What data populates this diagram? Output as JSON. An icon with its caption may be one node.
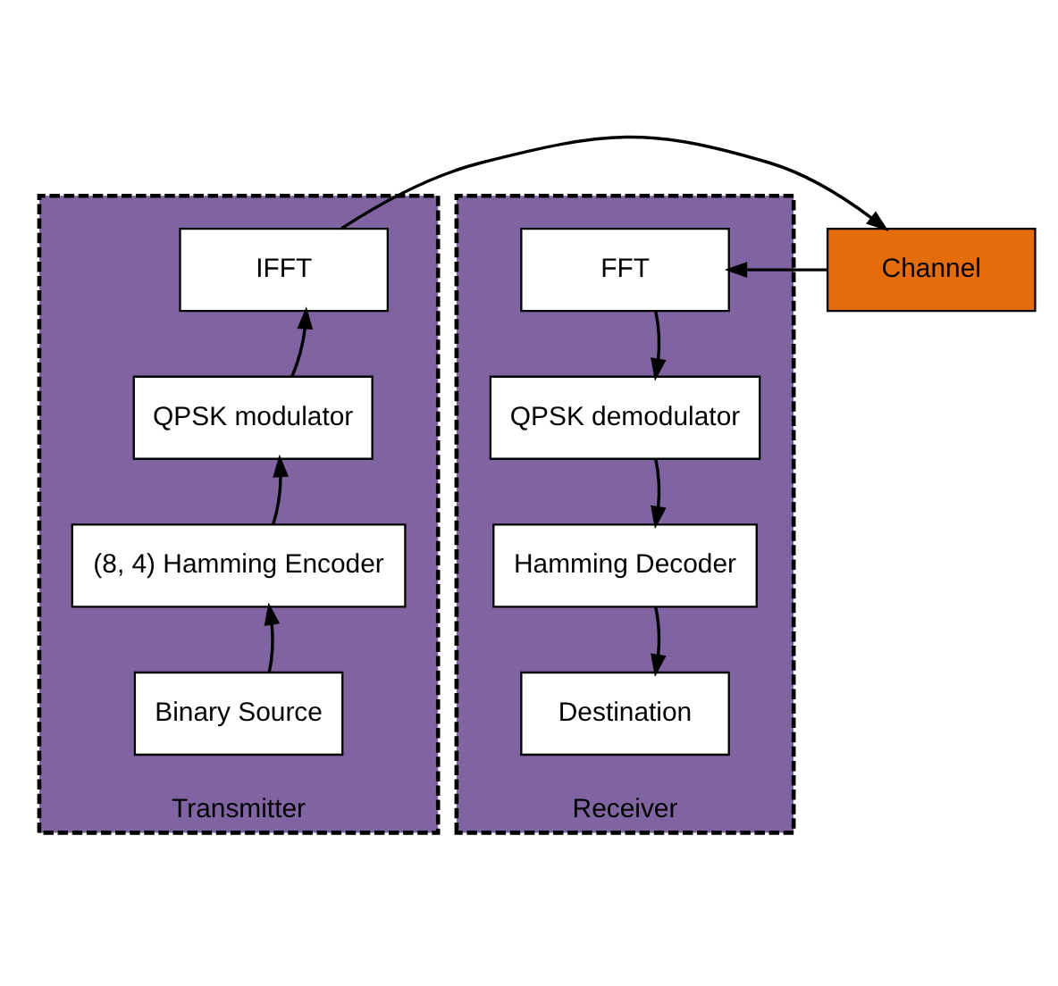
{
  "diagram": {
    "nodes": [
      {
        "text": [
          "Transmitter"
        ]
      },
      {
        "text": [
          "IFFT"
        ],
        "in": 0
      },
      {
        "text": [
          "QPSK modulator"
        ],
        "in": 0
      },
      {
        "text": [
          "(8, 4) Hamming Encoder"
        ],
        "in": 0
      },
      {
        "text": [
          "Binary Source"
        ],
        "in": 0
      },
      {
        "text": [
          "Channel"
        ]
      },
      {
        "text": [
          "Receiver"
        ]
      },
      {
        "text": [
          "FFT"
        ],
        "in": 6
      },
      {
        "text": [
          "QPSK demodulator"
        ],
        "in": 6
      },
      {
        "text": [
          "Hamming Decoder"
        ],
        "in": 6
      },
      {
        "text": [
          "Destination"
        ],
        "in": 6
      }
    ],
    "edges": [
      {
        "from": 4,
        "to": 3,
        "arrow": "to"
      },
      {
        "from": 3,
        "to": 2,
        "arrow": "to"
      },
      {
        "from": 2,
        "to": 1,
        "arrow": "to"
      },
      {
        "from": 1,
        "to": 5,
        "arrow": "to"
      },
      {
        "from": 5,
        "to": 7,
        "arrow": "to"
      },
      {
        "from": 7,
        "to": 8,
        "arrow": "to"
      },
      {
        "from": 8,
        "to": 9,
        "arrow": "to"
      },
      {
        "from": 9,
        "to": 10,
        "arrow": "to"
      }
    ]
  }
}
